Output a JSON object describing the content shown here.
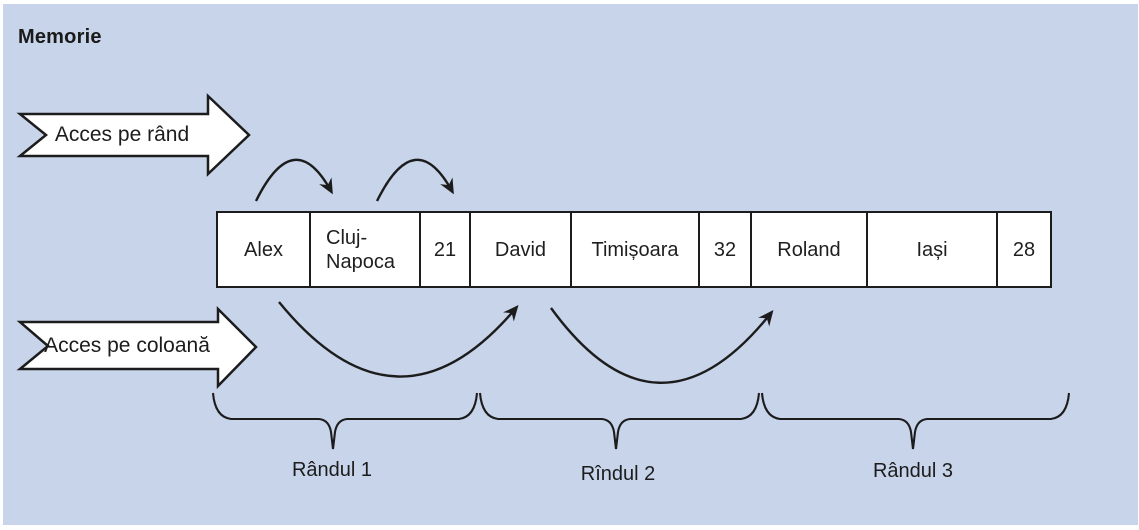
{
  "title": "Memorie",
  "access_arrows": {
    "row_access_label": "Acces pe rând",
    "column_access_label": "Acces pe coloană"
  },
  "memory": {
    "cells": [
      "Alex",
      "Cluj-Napoca",
      "21",
      "David",
      "Timișoara",
      "32",
      "Roland",
      "Iași",
      "28"
    ]
  },
  "row_labels": {
    "row1": "Rândul 1",
    "row2": "Rîndul 2",
    "row3": "Rândul 3"
  },
  "colors": {
    "slide_background": "#c7d4ea",
    "page_background": "#ffffff",
    "line": "#1c1c1c",
    "box_fill": "#ffffff",
    "text": "#1c1c1c"
  }
}
